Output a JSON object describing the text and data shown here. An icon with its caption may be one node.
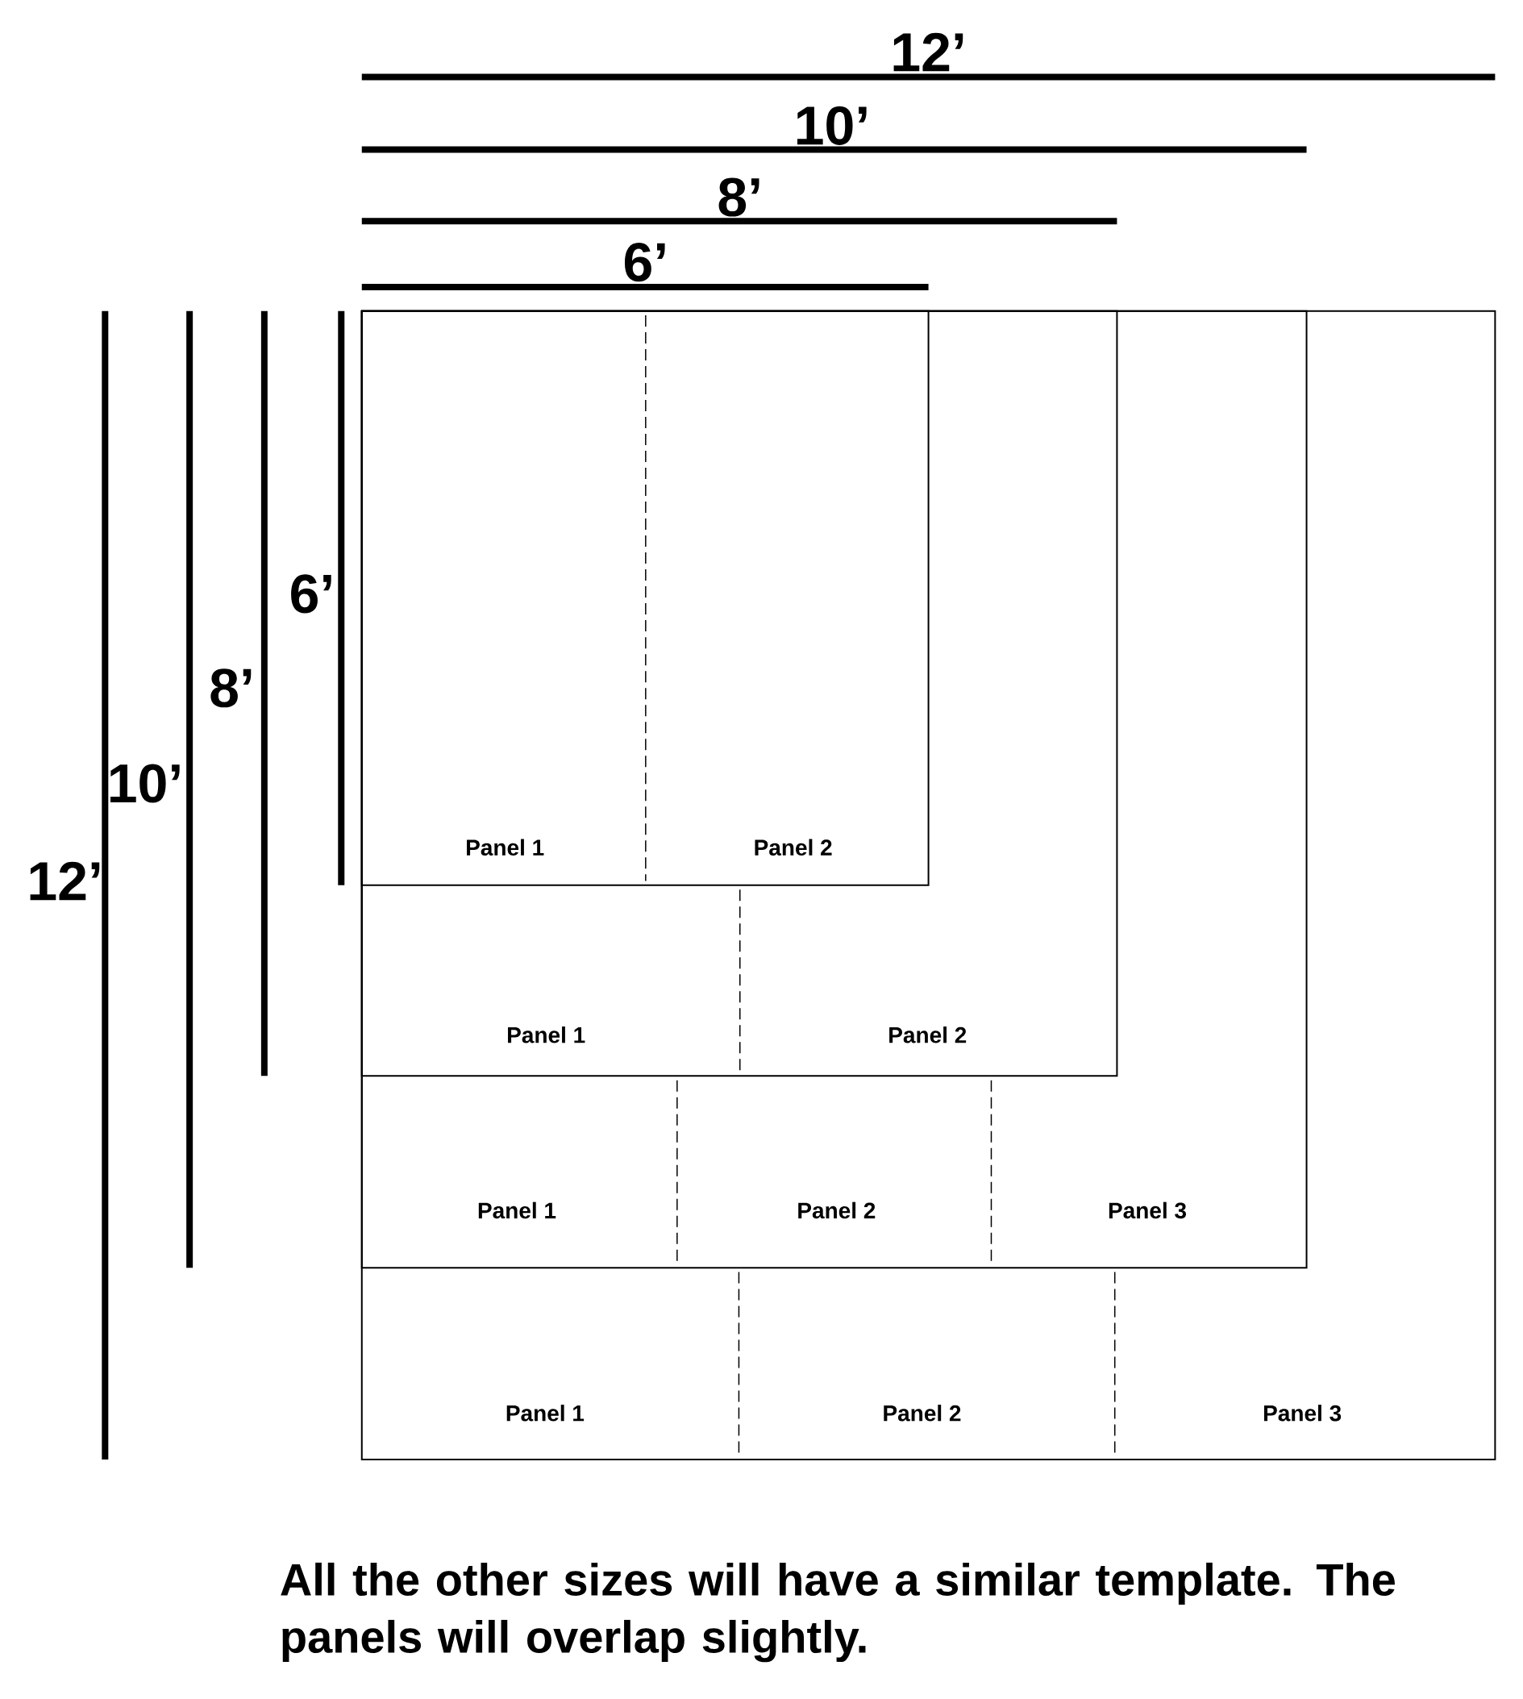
{
  "diagram": {
    "caption": "All the other sizes will have a similar template. The panels will overlap slightly.",
    "labels": [
      "12’",
      "10’",
      "8’",
      "6’",
      "6’",
      "8’",
      "10’",
      "12’",
      "Panel 1",
      "Panel 2",
      "Panel 1",
      "Panel 2",
      "Panel 1",
      "Panel 2",
      "Panel 3",
      "Panel 1",
      "Panel 2",
      "Panel 3"
    ]
  }
}
